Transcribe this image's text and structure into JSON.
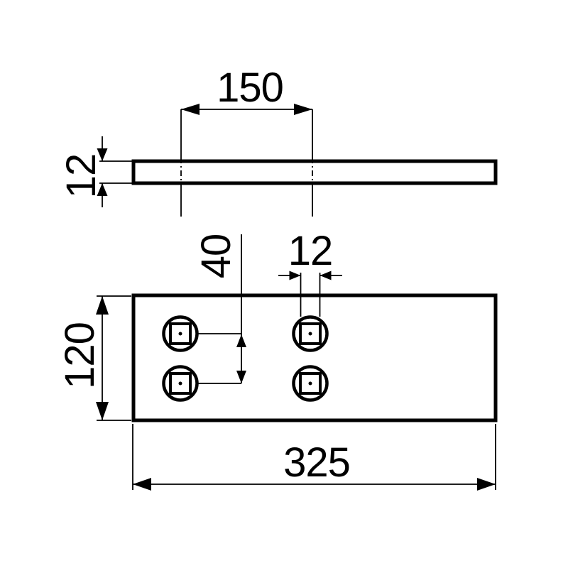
{
  "page": {
    "background": "#ffffff"
  },
  "drawing": {
    "kind": "technical-drawing-two-views",
    "line_color": "#000000",
    "views": {
      "side_view": "plate side profile with two hole centerlines",
      "plan_view": "plate top view with four square drive holes"
    },
    "dimensions": {
      "hole_spacing_x": "150",
      "plate_thickness": "12",
      "hole_row_spacing_y": "40",
      "hole_square_size": "12",
      "plate_height": "120",
      "plate_length": "325"
    }
  }
}
